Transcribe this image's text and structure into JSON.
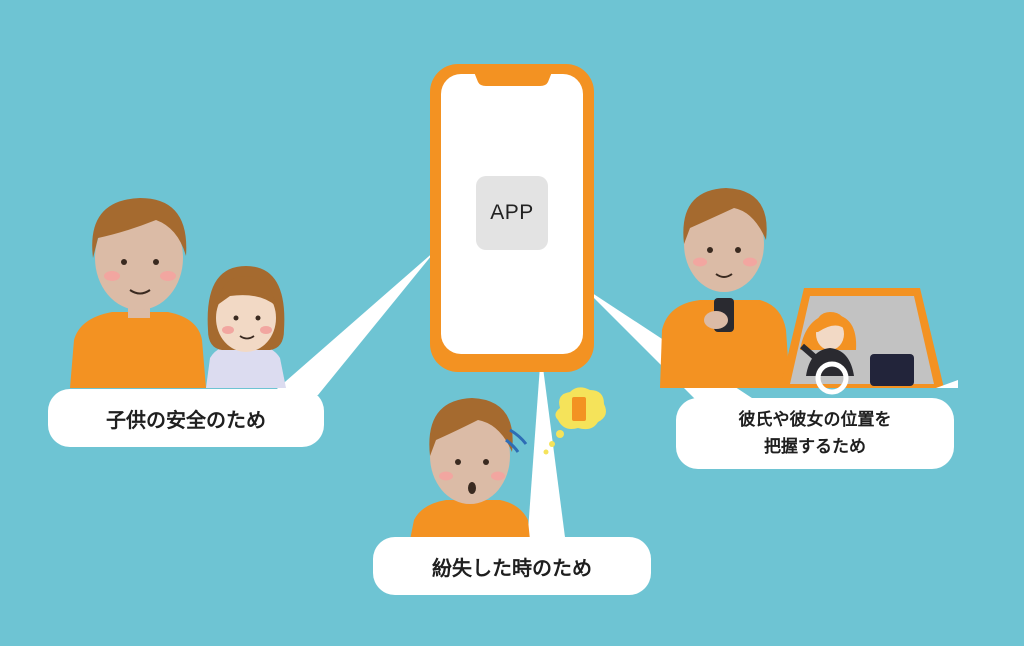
{
  "phone": {
    "app_icon_label": "APP"
  },
  "captions": {
    "left": "子供の安全のため",
    "bottom": "紛失した時のため",
    "right_line1": "彼氏や彼女の位置を",
    "right_line2": "把握するため"
  },
  "icons": [
    "smartphone-icon",
    "app-icon",
    "sweat-drops-icon",
    "thought-bubble-icon",
    "steering-wheel-icon"
  ],
  "colors": {
    "background": "#6ec4d3",
    "accent_orange": "#f39222",
    "bubble": "#ffffff",
    "app_icon_bg": "#e3e3e3"
  }
}
